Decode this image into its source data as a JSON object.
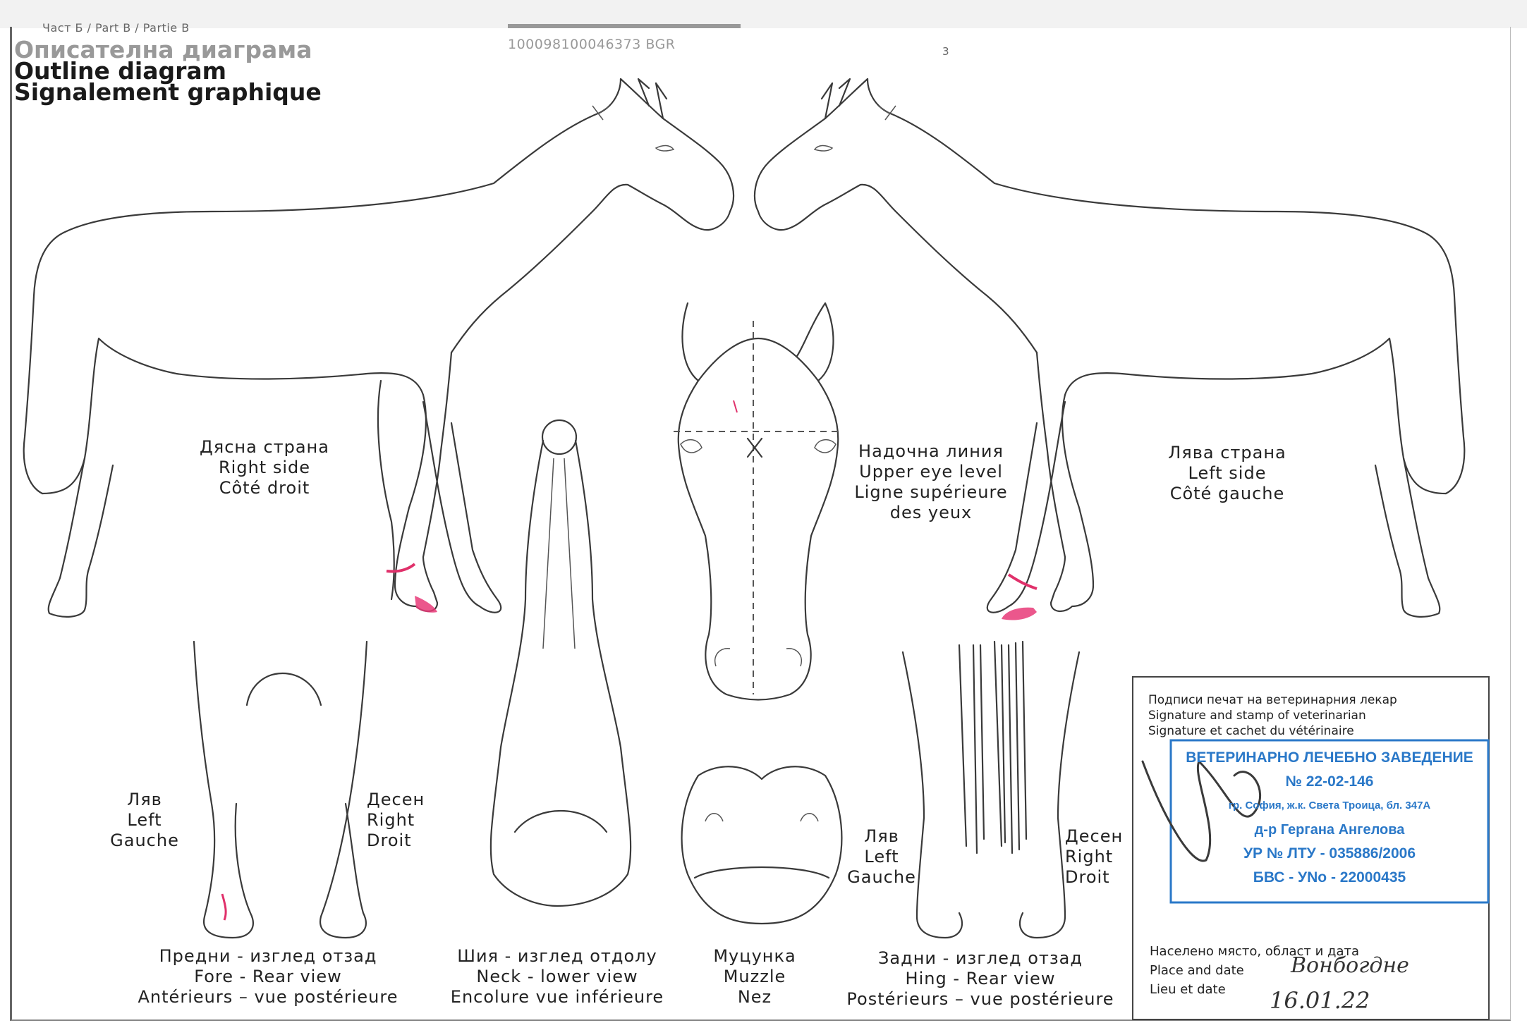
{
  "header": {
    "part": "Част Б / Part B / Partie B",
    "doc_number": "100098100046373 BGR",
    "page_number": "3",
    "title_bg": "Описателна диаграма",
    "title_en": "Outline diagram",
    "title_fr": "Signalement graphique"
  },
  "labels": {
    "right_side": [
      "Дясна страна",
      "Right side",
      "Côté droit"
    ],
    "upper_eye": [
      "Надочна линия",
      "Upper eye level",
      "Ligne supérieure",
      "des yeux"
    ],
    "left_side": [
      "Лява страна",
      "Left side",
      "Côté gauche"
    ],
    "fore_left": [
      "Ляв",
      "Left",
      "Gauche"
    ],
    "fore_right": [
      "Десен",
      "Right",
      "Droit"
    ],
    "hind_left": [
      "Ляв",
      "Left",
      "Gauche"
    ],
    "hind_right": [
      "Десен",
      "Right",
      "Droit"
    ],
    "fore_caption": [
      "Предни - изглед отзад",
      "Fore - Rear view",
      "Antérieurs – vue postérieure"
    ],
    "neck_caption": [
      "Шия - изглед отдолу",
      "Neck - lower view",
      "Encolure vue inférieure"
    ],
    "muzzle_caption": [
      "Муцунка",
      "Muzzle",
      "Nez"
    ],
    "hind_caption": [
      "Задни - изглед отзад",
      "Hing - Rear view",
      "Postérieurs – vue postérieure"
    ]
  },
  "signature_box": {
    "lines": [
      "Подписи печат на ветеринарния лекар",
      "Signature and stamp of veterinarian",
      "Signature et cachet du vétérinaire"
    ],
    "place_lines": [
      "Населено място, област и дата",
      "Place and date",
      "Lieu et date"
    ],
    "place_handwritten": "Вонбогдне",
    "date_handwritten": "16.01.22"
  },
  "stamp": {
    "lines": [
      "ВЕТЕРИНАРНО ЛЕЧЕБНО ЗАВЕДЕНИЕ",
      "№ 22-02-146",
      "гр. София, ж.к. Света Троица, бл. 347А",
      "д-р Гергана Ангелова",
      "УР № ЛТУ - 035886/2006",
      "БВС - УNo - 22000435"
    ],
    "color": "#2a78c8"
  },
  "colors": {
    "markings": "#e0306a",
    "ink": "#3a3a3a"
  }
}
